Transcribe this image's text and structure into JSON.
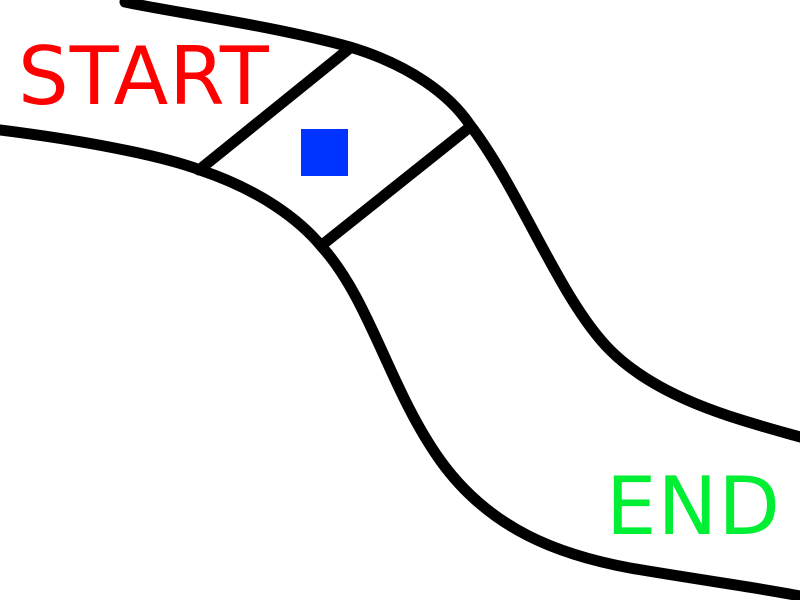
{
  "game": {
    "start_label": "START",
    "end_label": "END",
    "colors": {
      "start": "#ff0000",
      "end": "#00ee33",
      "player": "#0033ff",
      "track": "#000000",
      "background": "#ffffff"
    },
    "icons": {
      "player": "blue-square",
      "checkpoint": "gate-line"
    }
  }
}
